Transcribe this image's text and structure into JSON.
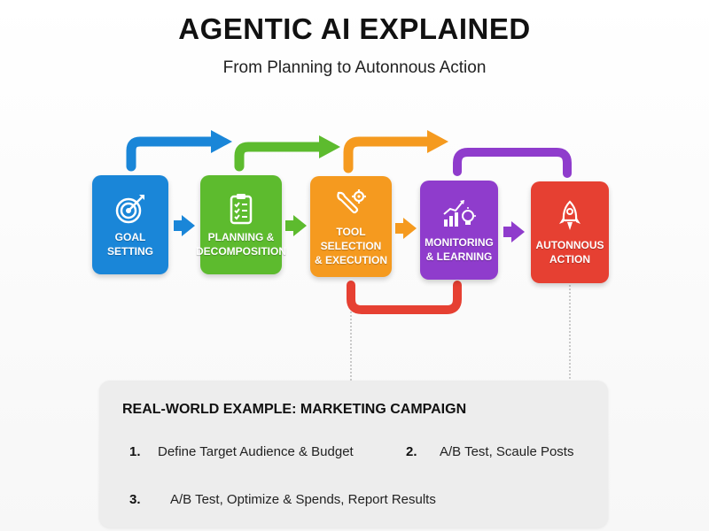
{
  "header": {
    "title": "AGENTIC AI EXPLAINED",
    "subtitle": "From Planning to Autonnous Action"
  },
  "steps": [
    {
      "label": "GOAL\nSETTING",
      "icon": "target-icon",
      "color": "#1a86d8"
    },
    {
      "label": "PLANNING &\nDECOMPOSITION",
      "icon": "clipboard-checklist-icon",
      "color": "#5dbb2e"
    },
    {
      "label": "TOOL\nSELECTION\n& EXECUTION",
      "icon": "wrench-gear-icon",
      "color": "#f59a1f"
    },
    {
      "label": "MONITORING\n& LEARNING",
      "icon": "chart-lightbulb-icon",
      "color": "#8f3ccc"
    },
    {
      "label": "AUTONNOUS\nACTION",
      "icon": "rocket-icon",
      "color": "#e64032"
    }
  ],
  "connector_colors": {
    "blue": "#1a86d8",
    "green": "#5dbb2e",
    "orange": "#f59a1f",
    "purple": "#8f3ccc",
    "red": "#e64032"
  },
  "example": {
    "title": "REAL-WORLD EXAMPLE: MARKETING CAMPAIGN",
    "items": [
      {
        "number": "1.",
        "text": "Define Target Audience & Budget"
      },
      {
        "number": "2.",
        "text": "A/B Test, Scaule Posts"
      },
      {
        "number": "3.",
        "text": "A/B Test, Optimize & Spends, Report Results"
      }
    ]
  }
}
